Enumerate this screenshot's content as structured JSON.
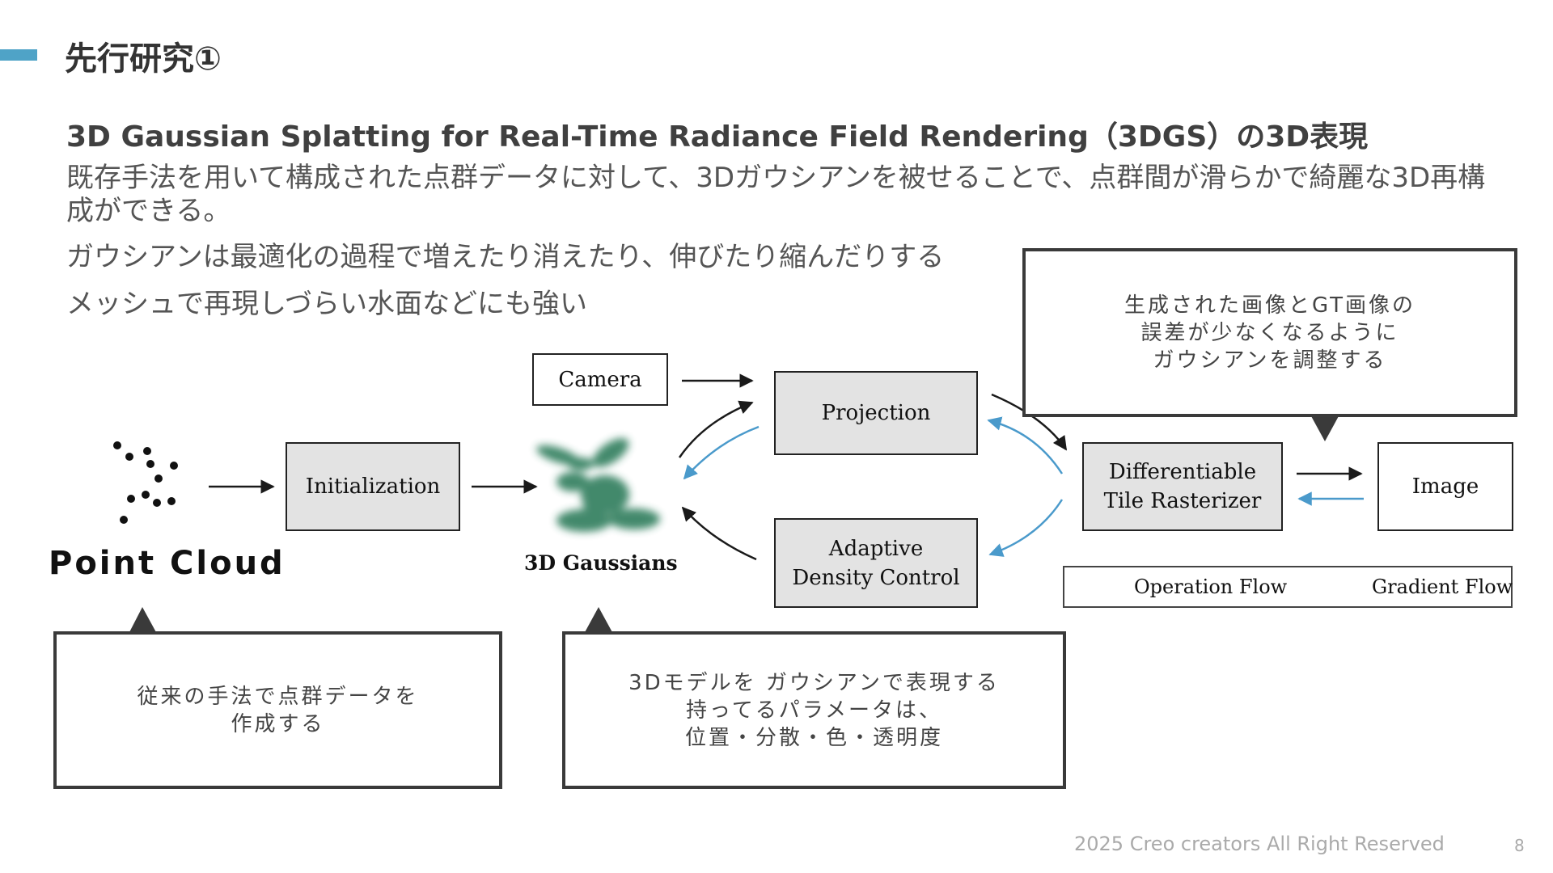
{
  "slide": {
    "title": "先行研究①",
    "subtitle": "3D Gaussian Splatting for Real-Time Radiance Field Rendering（3DGS）の3D表現",
    "paragraphs": [
      "既存手法を用いて構成された点群データに対して、3Dガウシアンを被せることで、点群間が滑らかで綺麗な3D再構成ができる。",
      "ガウシアンは最適化の過程で増えたり消えたり、伸びたり縮んだりする",
      "メッシュで再現しづらい水面などにも強い"
    ],
    "footer": "2025 Creo creators All Right Reserved",
    "page_number": "8"
  },
  "diagram": {
    "point_cloud_label": "Point Cloud",
    "gaussians_label": "3D Gaussians",
    "nodes": {
      "initialization": "Initialization",
      "camera": "Camera",
      "projection": "Projection",
      "adaptive_density_1": "Adaptive",
      "adaptive_density_2": "Density Control",
      "rasterizer_1": "Differentiable",
      "rasterizer_2": "Tile Rasterizer",
      "image": "Image"
    },
    "legend": {
      "operation_flow": "Operation Flow",
      "gradient_flow": "Gradient Flow"
    },
    "colors": {
      "operation_flow": "#1a1a1a",
      "gradient_flow": "#4a9acb",
      "accent_bar": "#4fa3c7",
      "gaussian_green": "#2e7d5b"
    }
  },
  "callouts": {
    "point_cloud": "従来の手法で点群データを\n作成する",
    "gaussians": "3Dモデルを ガウシアンで表現する\n持ってるパラメータは、\n位置・分散・色・透明度",
    "image": "生成された画像とGT画像の\n誤差が少なくなるように\nガウシアンを調整する"
  }
}
